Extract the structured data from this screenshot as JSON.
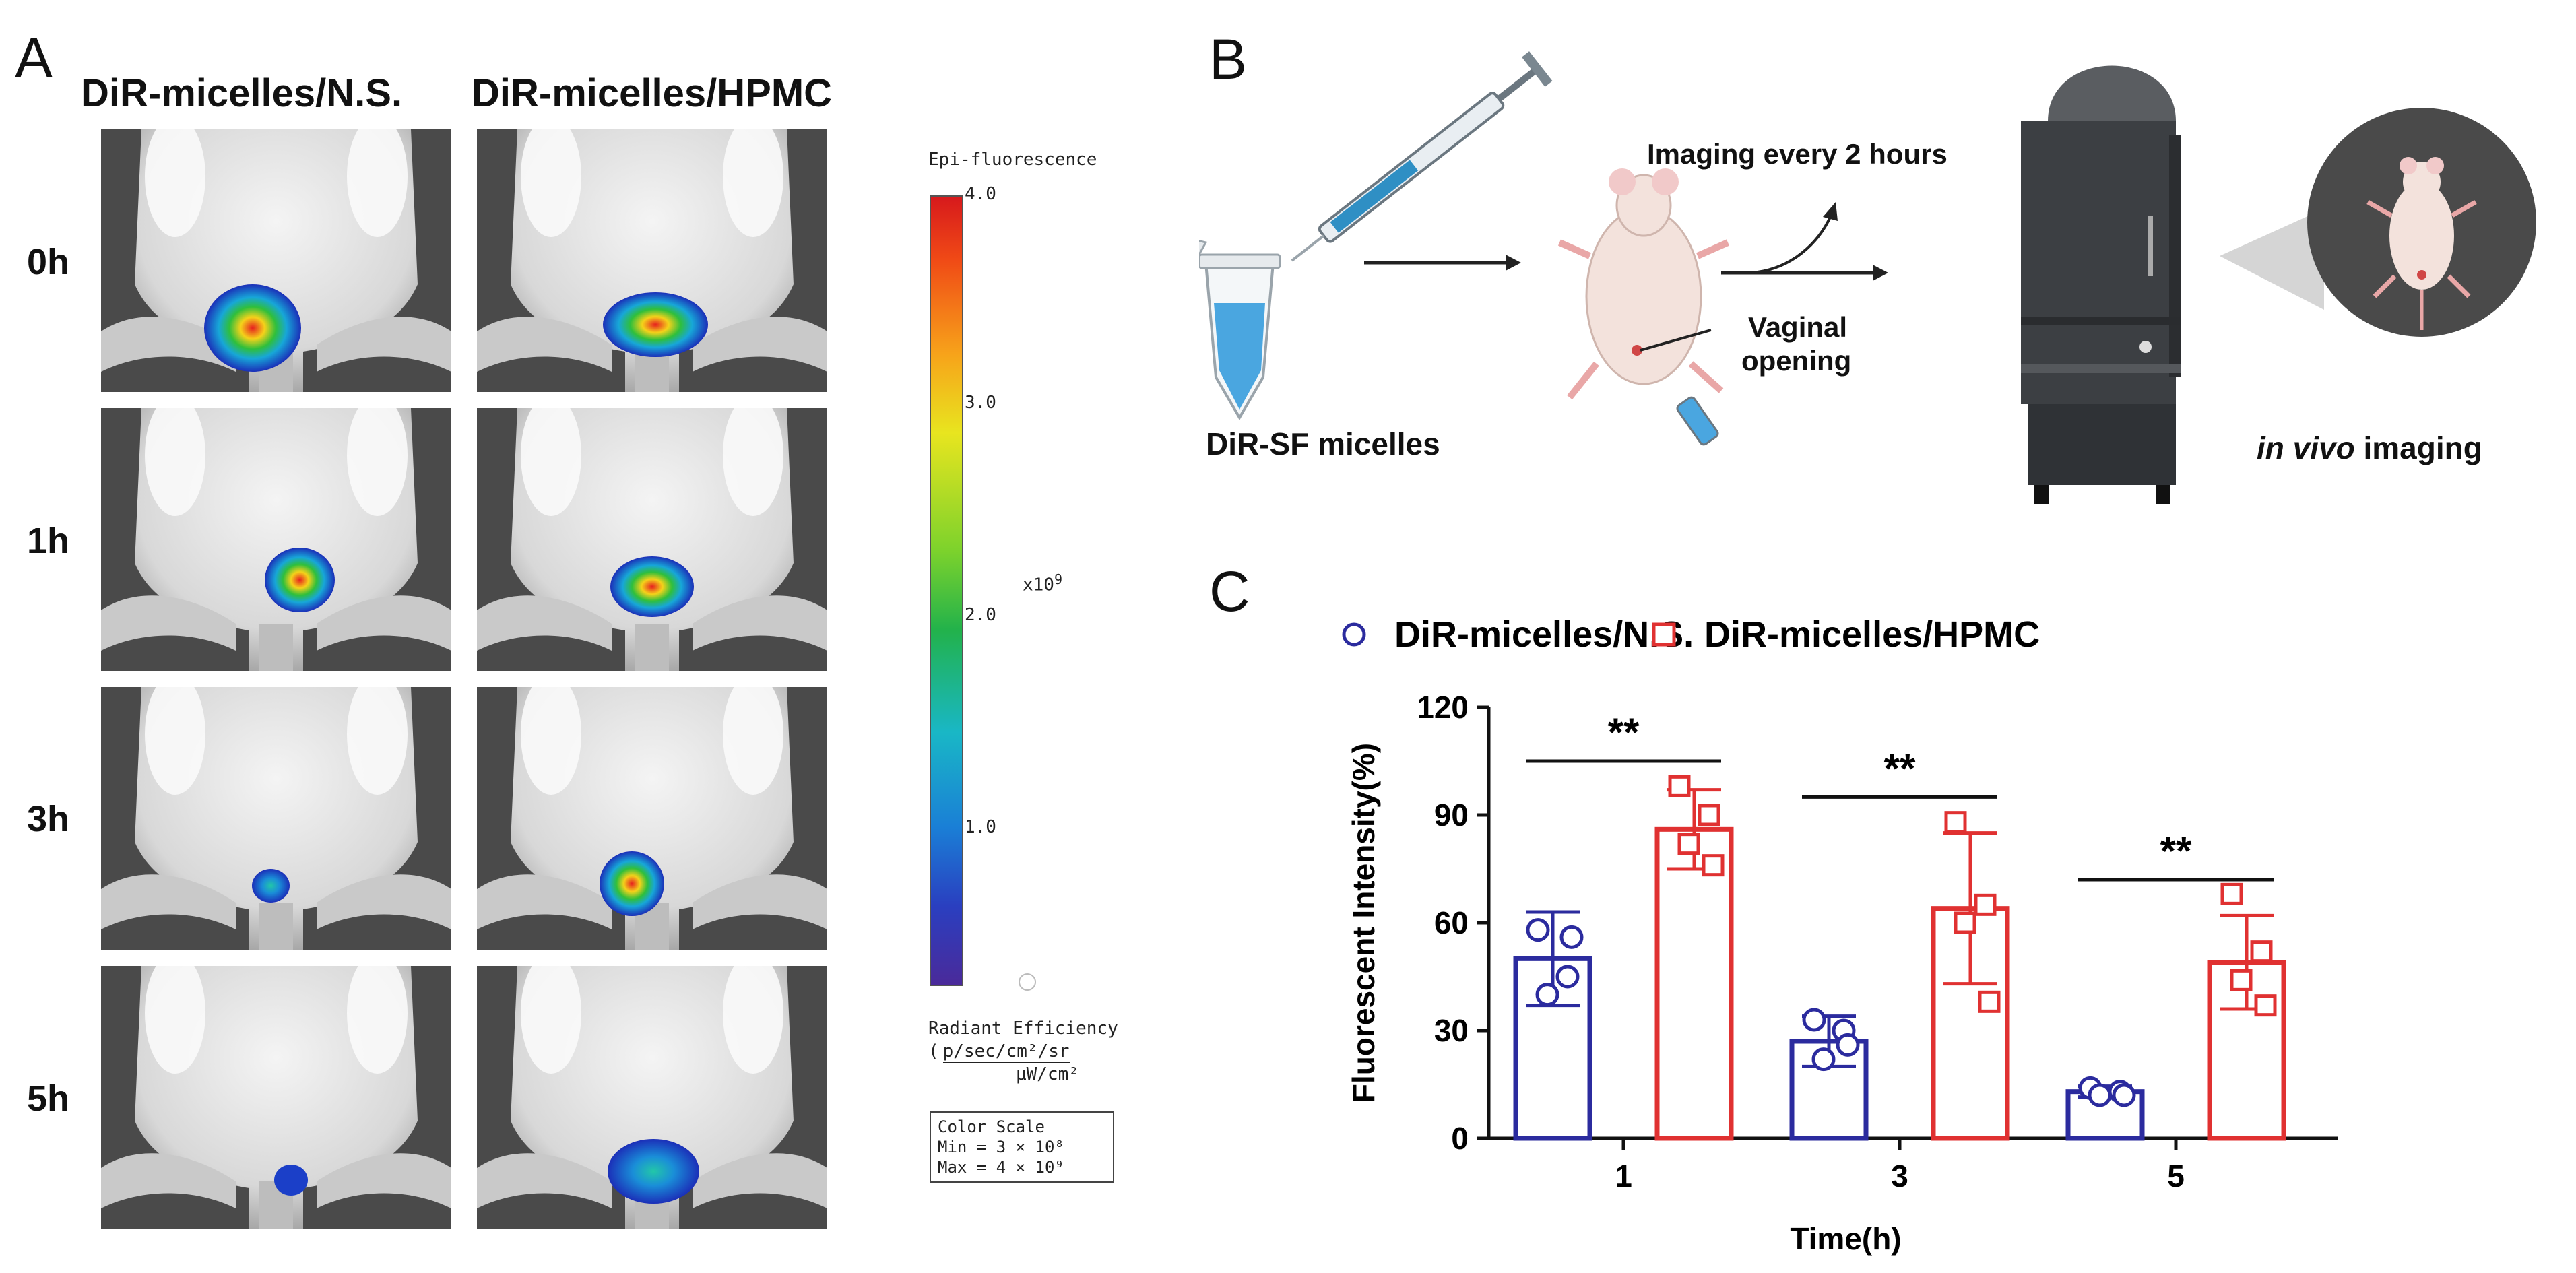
{
  "panels": {
    "A": {
      "letter": "A",
      "col_headers": [
        "DiR-micelles/N.S.",
        "DiR-micelles/HPMC"
      ],
      "row_labels": [
        "0h",
        "1h",
        "3h",
        "5h"
      ],
      "colorbar": {
        "title": "Epi-fluorescence",
        "ticks": [
          "4.0",
          "3.0",
          "2.0",
          "1.0"
        ],
        "multiplier": "x10",
        "multiplier_exp": "9",
        "unit_title": "Radiant Efficiency",
        "unit_num": "p/sec/cm²/sr",
        "unit_den": "μW/cm²",
        "scale_title": "Color Scale",
        "scale_min": "Min = 3 × 10⁸",
        "scale_max": "Max = 4 × 10⁹"
      }
    },
    "B": {
      "letter": "B",
      "micelles_label": "DiR-SF micelles",
      "imaging_every": "Imaging every 2 hours",
      "vaginal_1": "Vaginal",
      "vaginal_2": "opening",
      "invivo_em": "in vivo",
      "invivo_rest": " imaging"
    },
    "C": {
      "letter": "C"
    }
  },
  "chart_data": {
    "type": "bar",
    "categories": [
      "1",
      "3",
      "5"
    ],
    "xlabel": "Time(h)",
    "ylabel": "Fluorescent Intensity(%)",
    "ylim": [
      0,
      120
    ],
    "yticks": [
      0,
      30,
      60,
      90,
      120
    ],
    "series": [
      {
        "name": "DiR-micelles/N.S.",
        "color": "#2b2b9e",
        "marker": "circle",
        "values": [
          50,
          27,
          13
        ],
        "sd": [
          13,
          7,
          1.5
        ],
        "points": [
          [
            58,
            45,
            40,
            56
          ],
          [
            33,
            30,
            22,
            26
          ],
          [
            14,
            13,
            12,
            12
          ]
        ]
      },
      {
        "name": "DiR-micelles/HPMC",
        "color": "#e03131",
        "marker": "square",
        "values": [
          86,
          64,
          49
        ],
        "sd": [
          11,
          21,
          13
        ],
        "points": [
          [
            98,
            90,
            82,
            76
          ],
          [
            88,
            65,
            60,
            38
          ],
          [
            68,
            52,
            44,
            37
          ]
        ]
      }
    ],
    "significance": [
      "**",
      "**",
      "**"
    ]
  }
}
